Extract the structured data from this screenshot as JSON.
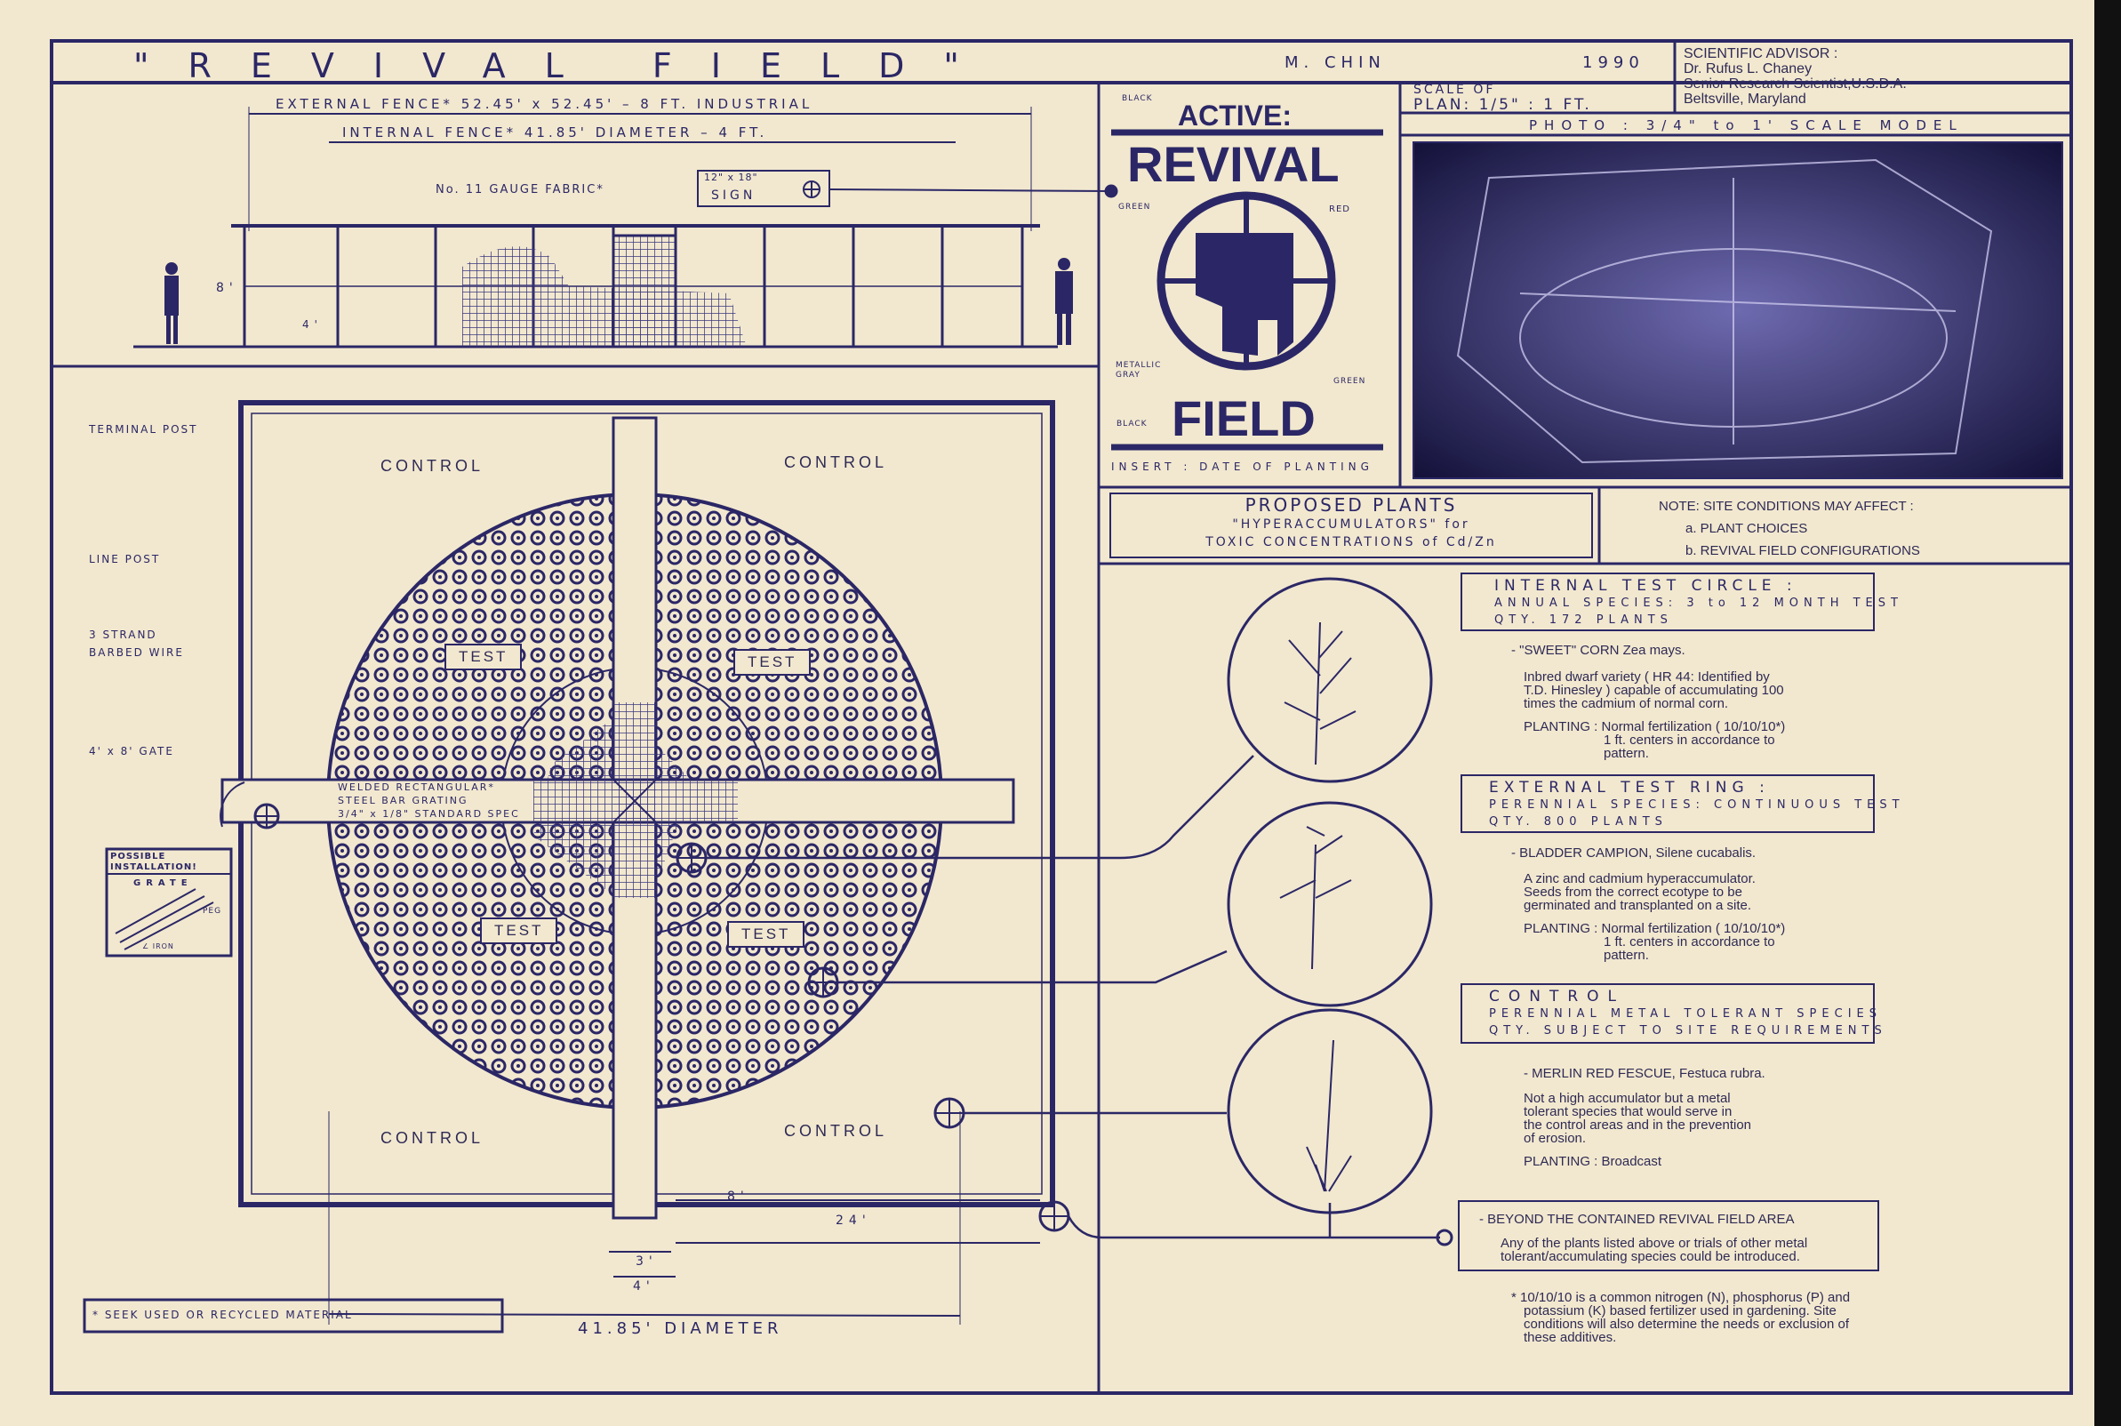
{
  "title": {
    "name": "\"REVIVAL FIELD\"",
    "author": "M. CHIN",
    "year": "1990"
  },
  "advisor": {
    "heading": "SCIENTIFIC ADVISOR :",
    "name": "Dr. Rufus L. Chaney",
    "role": "Senior Research Scientist,U.S.D.A.",
    "location": "Beltsville, Maryland"
  },
  "scale": {
    "line1": "SCALE OF",
    "line2": "PLAN: 1/5\" : 1 FT."
  },
  "photo": {
    "caption": "PHOTO : 3/4\" to 1' SCALE MODEL"
  },
  "logo": {
    "active": "ACTIVE:",
    "revival": "REVIVAL",
    "field": "FIELD",
    "insert": "INSERT : DATE OF PLANTING",
    "color_notes": [
      "BLACK",
      "GREEN",
      "RED",
      "METALLIC GRAY",
      "GREEN",
      "BLACK"
    ]
  },
  "elevation": {
    "external_fence": "EXTERNAL FENCE* 52.45' x 52.45' – 8 FT. INDUSTRIAL",
    "internal_fence": "INTERNAL FENCE* 41.85' DIAMETER – 4 FT.",
    "fabric": "No. 11 GAUGE FABRIC*",
    "sign_size": "12\" x 18\"",
    "sign": "SIGN",
    "height_8": "8'",
    "height_4": "4'"
  },
  "plan": {
    "labels": [
      "TERMINAL POST",
      "LINE POST",
      "3 STRAND BARBED WIRE",
      "4' x 8' GATE"
    ],
    "install_title": "POSSIBLE INSTALLATION!",
    "install_grate": "GRATE",
    "install_peg": "PEG",
    "install_iron": "∠ IRON",
    "control": [
      "CONTROL",
      "CONTROL",
      "CONTROL",
      "CONTROL"
    ],
    "test": [
      "TEST",
      "TEST",
      "TEST",
      "TEST"
    ],
    "grating": [
      "WELDED RECTANGULAR*",
      "STEEL BAR GRATING",
      "3/4\" x 1/8\" STANDARD SPEC"
    ],
    "dim_8": "8'",
    "dim_24": "24'",
    "dim_3": "3'",
    "dim_4": "4'",
    "diameter": "41.85' DIAMETER",
    "footnote": "* SEEK USED OR RECYCLED MATERIAL"
  },
  "proposed": {
    "line1": "PROPOSED PLANTS",
    "line2": "\"HYPERACCUMULATORS\" for",
    "line3": "TOXIC CONCENTRATIONS of Cd/Zn"
  },
  "note": {
    "heading": "NOTE: SITE CONDITIONS MAY AFFECT :",
    "a": "a. PLANT CHOICES",
    "b": "b. REVIVAL FIELD CONFIGURATIONS"
  },
  "sections": [
    {
      "title": "INTERNAL TEST CIRCLE :",
      "sub1": "ANNUAL SPECIES: 3 to 12 MONTH TEST",
      "sub2": "QTY. 172 PLANTS",
      "species": "- \"SWEET\" CORN  Zea mays.",
      "desc": [
        "Inbred dwarf variety ( HR 44: Identified by",
        "T.D. Hinesley ) capable of accumulating 100",
        "times the cadmium of normal corn."
      ],
      "planting": [
        "PLANTING : Normal fertilization ( 10/10/10*)",
        "1 ft. centers in accordance to",
        "pattern."
      ]
    },
    {
      "title": "EXTERNAL TEST RING :",
      "sub1": "PERENNIAL SPECIES: CONTINUOUS TEST",
      "sub2": "QTY. 800 PLANTS",
      "species": "- BLADDER CAMPION, Silene cucabalis.",
      "desc": [
        "A zinc and cadmium hyperaccumulator.",
        "Seeds from the correct ecotype to be",
        "germinated and transplanted on a site."
      ],
      "planting": [
        "PLANTING : Normal fertilization ( 10/10/10*)",
        "1 ft. centers in accordance to",
        "pattern."
      ]
    },
    {
      "title": "CONTROL",
      "sub1": "PERENNIAL METAL TOLERANT SPECIES",
      "sub2": "QTY. SUBJECT TO SITE REQUIREMENTS",
      "species": "- MERLIN RED FESCUE, Festuca rubra.",
      "desc": [
        "Not a high accumulator but a metal",
        "tolerant species that would serve in",
        "the control areas and in the prevention",
        "of erosion."
      ],
      "planting": [
        "PLANTING : Broadcast"
      ]
    }
  ],
  "beyond": {
    "title": "- BEYOND THE CONTAINED REVIVAL FIELD AREA",
    "text": [
      "Any of the plants listed above or trials of other metal",
      "tolerant/accumulating species could be introduced."
    ]
  },
  "fert_note": [
    "* 10/10/10 is a common nitrogen (N), phosphorus (P) and",
    "potassium (K) based fertilizer used in gardening.  Site",
    "conditions will also determine the needs or exclusion of",
    "these additives."
  ],
  "colors": {
    "ink": "#2b2766",
    "paper": "#f2e8cf"
  }
}
